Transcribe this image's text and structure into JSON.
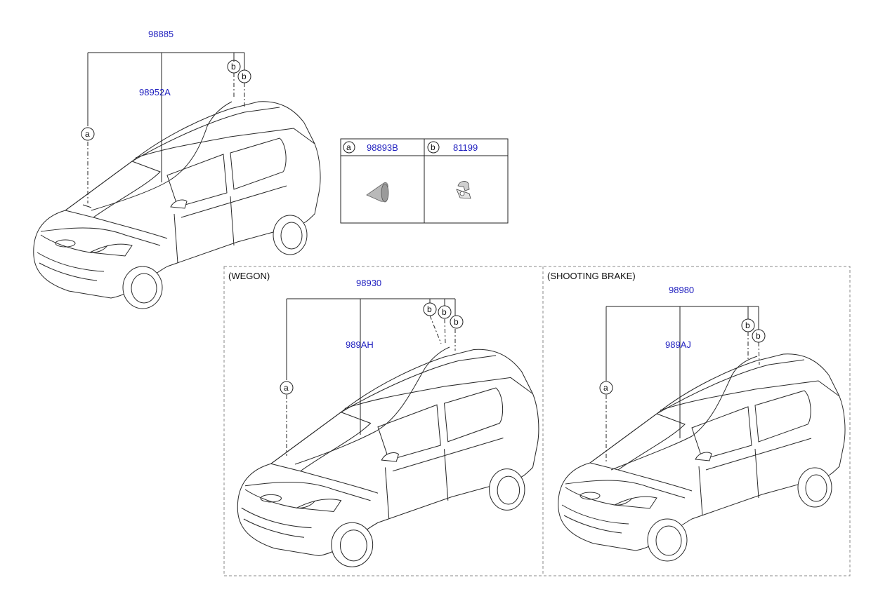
{
  "main_car": {
    "assembly_part": "98885",
    "hose_part": "98952A",
    "callouts": [
      "a",
      "b",
      "b"
    ]
  },
  "legend": {
    "items": [
      {
        "letter": "a",
        "part": "98893B",
        "icon": "grommet-icon"
      },
      {
        "letter": "b",
        "part": "81199",
        "icon": "clip-icon"
      }
    ]
  },
  "wagon": {
    "label": "(WEGON)",
    "assembly_part": "98930",
    "hose_part": "989AH",
    "callouts": [
      "a",
      "b",
      "b",
      "b"
    ]
  },
  "shooting_brake": {
    "label": "(SHOOTING BRAKE)",
    "assembly_part": "98980",
    "hose_part": "989AJ",
    "callouts": [
      "a",
      "b",
      "b"
    ]
  }
}
